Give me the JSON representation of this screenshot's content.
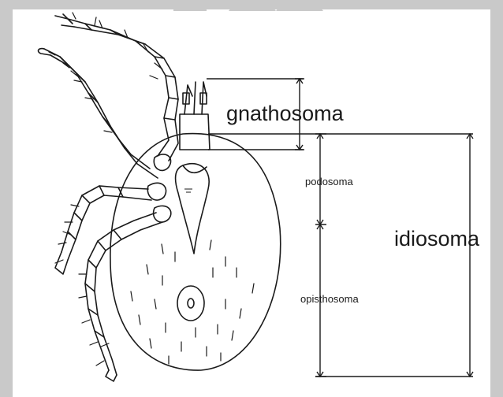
{
  "labels": {
    "gnathosoma": "gnathosoma",
    "podosoma": "podosoma",
    "opisthosoma": "opisthosoma",
    "idiosoma": "idiosoma"
  },
  "colors": {
    "ink": "#1a1a1a",
    "watermark": "#c9c9c9",
    "background": "#ffffff"
  }
}
